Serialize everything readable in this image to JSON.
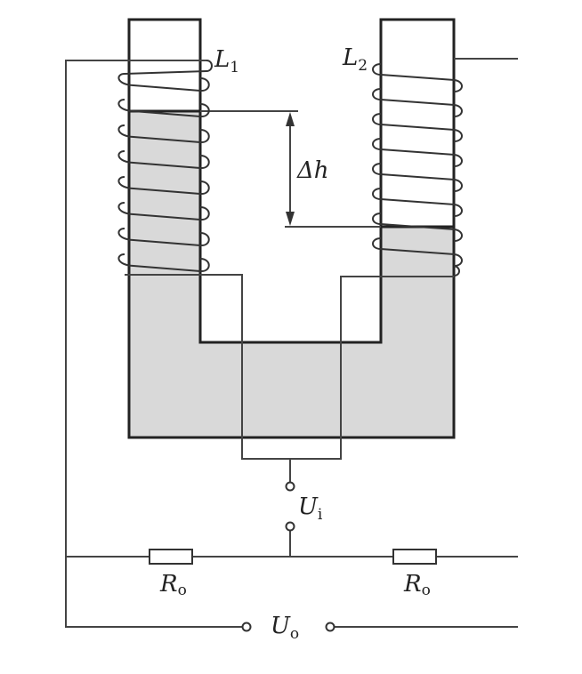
{
  "diagram": {
    "labels": {
      "l1": "L",
      "l1_sub": "1",
      "l2": "L",
      "l2_sub": "2",
      "delta_h": "Δh",
      "ui": "U",
      "ui_sub": "i",
      "r0_left": "R",
      "r0_left_sub": "o",
      "r0_right": "R",
      "r0_right_sub": "o",
      "uo": "U",
      "uo_sub": "o"
    },
    "colors": {
      "liquid": "#d9d9d9",
      "line": "#333333"
    }
  }
}
